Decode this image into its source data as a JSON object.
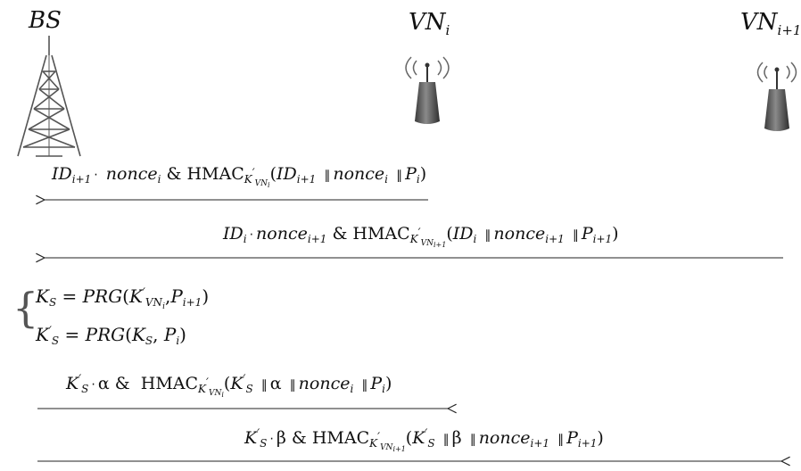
{
  "nodes": {
    "bs": {
      "label": "BS"
    },
    "vn_i": {
      "label": "VN",
      "sub": "i"
    },
    "vn_next": {
      "label": "VN",
      "sub": "i+1"
    }
  },
  "messages": [
    {
      "direction": "left",
      "from": "vn_i",
      "to": "bs"
    },
    {
      "direction": "left",
      "from": "vn_next",
      "to": "bs"
    },
    {
      "direction": "right",
      "from": "bs",
      "to": "vn_i"
    },
    {
      "direction": "right",
      "from": "bs",
      "to": "vn_next"
    }
  ],
  "tokens": {
    "ID": "ID",
    "i1": "i+1",
    "i": "i",
    "nonce": "nonce",
    "amp": "&",
    "HMAC": "HMAC",
    "K": "K",
    "VN": "VN",
    "P": "P",
    "PRG": "PRG",
    "S": "S",
    "alpha": "α",
    "beta": "β",
    "eq": "=",
    "prime": "′",
    "parallel": "∥",
    "dot": "‧",
    "comma": ",",
    "lp": "(",
    "rp": ")"
  }
}
